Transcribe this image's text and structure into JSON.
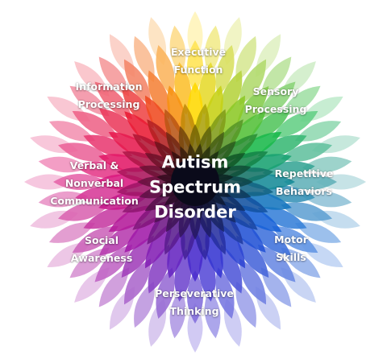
{
  "center_title": {
    "line1": "Autism",
    "line2": "Spectrum",
    "line3": "Disorder"
  },
  "domains": [
    {
      "line1": "Executive",
      "line2": "Function"
    },
    {
      "line1": "Sensory",
      "line2": "Processing"
    },
    {
      "line1": "Repetitive",
      "line2": "Behaviors"
    },
    {
      "line1": "Motor",
      "line2": "Skills"
    },
    {
      "line1": "Perseverative",
      "line2": "Thinking"
    },
    {
      "line1": "Social",
      "line2": "Awareness"
    },
    {
      "line1": "Verbal &",
      "line2": "Nonverbal",
      "line3": "Communication"
    },
    {
      "line1": "Information",
      "line2": "Processing"
    }
  ],
  "palette": {
    "top": "#ffd800",
    "right": "#19b84a",
    "bottom_right": "#1466d8",
    "bottom": "#3d2bd0",
    "bottom_left": "#a11aa8",
    "left": "#e0197a",
    "top_left": "#ea1b2b",
    "center": "#0a0a1a"
  }
}
